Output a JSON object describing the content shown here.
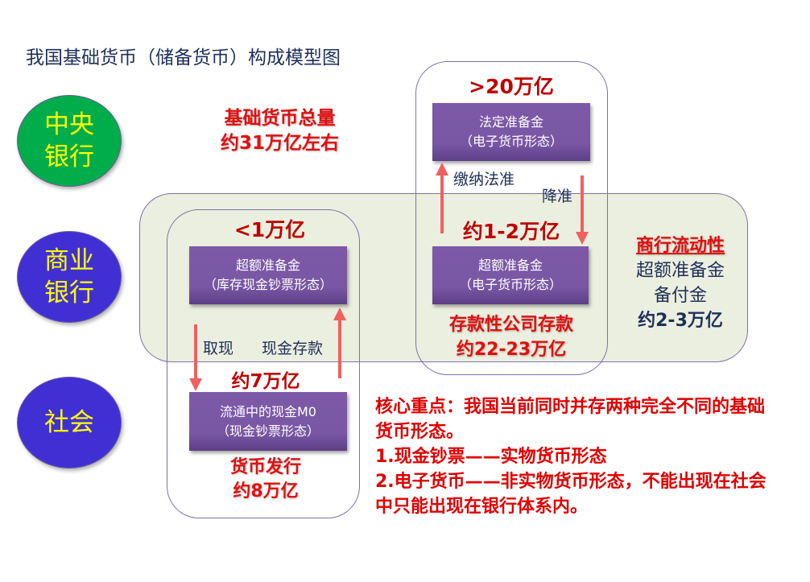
{
  "title": "我国基础货币（储备货币）构成模型图",
  "entities": {
    "central_bank": "中央\n银行",
    "commercial_bank": "商业\n银行",
    "society": "社会"
  },
  "total": {
    "line1": "基础货币总量",
    "line2": "约31万亿左右"
  },
  "left_group": {
    "amount": "<1万亿",
    "box_line1": "超额准备金",
    "box_line2": "（库存现金钞票形态）",
    "withdraw": "取现",
    "deposit": "现金存款",
    "mid_amount": "约7万亿",
    "m0_line1": "流通中的现金M0",
    "m0_line2": "（现金钞票形态）",
    "issue_line1": "货币发行",
    "issue_line2": "约8万亿"
  },
  "right_group": {
    "amount": ">20万亿",
    "box1_line1": "法定准备金",
    "box1_line2": "（电子货币形态）",
    "pay_reserve": "缴纳法准",
    "cut_reserve": "降准",
    "mid_amount": "约1-2万亿",
    "box2_line1": "超额准备金",
    "box2_line2": "（电子货币形态）",
    "deposit_line1": "存款性公司存款",
    "deposit_line2": "约22-23万亿"
  },
  "liquidity": {
    "heading": "商行流动性",
    "line1": "超额准备金",
    "line2": "备付金",
    "line3": "约2-3万亿"
  },
  "key_points": [
    "核心重点：我国当前同时并存两种完全不同的基础货币形态。",
    "1.现金钞票——实物货币形态",
    "2.电子货币——非实物货币形态，不能出现在社会中只能出现在银行体系内。"
  ],
  "colors": {
    "box": "#7b58a6",
    "arrow": "#f06060",
    "band": "#ebefdf",
    "central": "#00ad4a",
    "commercial": "#4030d4"
  }
}
